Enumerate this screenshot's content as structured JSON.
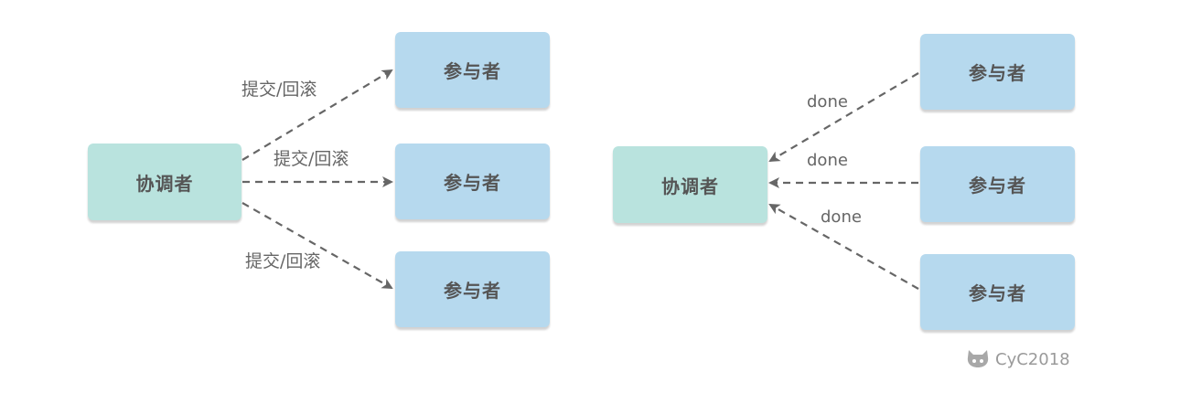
{
  "left_diagram": {
    "coordinator": "协调者",
    "participants": [
      "参与者",
      "参与者",
      "参与者"
    ],
    "edge_labels": [
      "提交/回滚",
      "提交/回滚",
      "提交/回滚"
    ]
  },
  "right_diagram": {
    "coordinator": "协调者",
    "participants": [
      "参与者",
      "参与者",
      "参与者"
    ],
    "edge_labels": [
      "done",
      "done",
      "done"
    ]
  },
  "watermark": {
    "text": "CyC2018",
    "icon": "github-octocat-icon"
  },
  "colors": {
    "coordinator_fill": "#b9e3de",
    "participant_fill": "#b6d9ee",
    "arrow": "#666666",
    "text": "#555555"
  }
}
